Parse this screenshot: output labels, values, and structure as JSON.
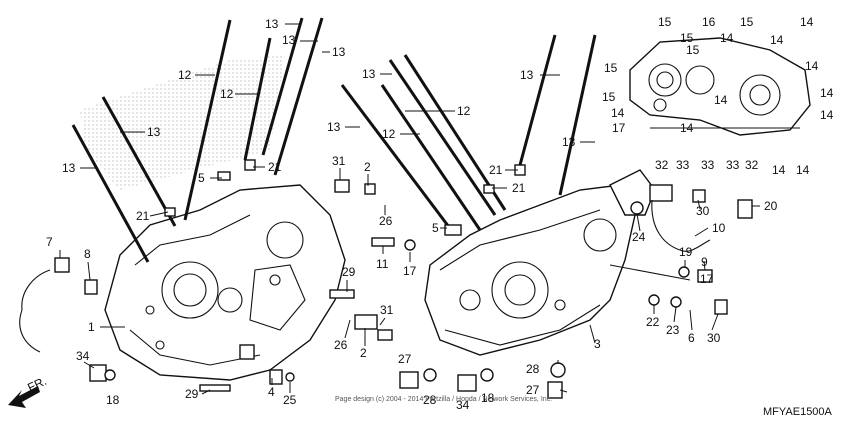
{
  "diagram": {
    "code": "MFYAE1500A",
    "copyright": "Page design (c) 2004 - 2014 Partzilla / Honda / Network Services, Inc."
  },
  "callouts": {
    "c1": "1",
    "c2a": "2",
    "c2b": "2",
    "c3": "3",
    "c4": "4",
    "c5a": "5",
    "c5b": "5",
    "c6": "6",
    "c7": "7",
    "c8": "8",
    "c9": "9",
    "c10": "10",
    "c11": "11",
    "c12a": "12",
    "c12b": "12",
    "c12c": "12",
    "c12d": "12",
    "c13a": "13",
    "c13b": "13",
    "c13c": "13",
    "c13d": "13",
    "c13e": "13",
    "c13f": "13",
    "c13g": "13",
    "c13h": "13",
    "c14a": "14",
    "c14b": "14",
    "c14c": "14",
    "c14d": "14",
    "c14e": "14",
    "c14f": "14",
    "c14g": "14",
    "c14h": "14",
    "c14i": "14",
    "c14j": "14",
    "c14k": "14",
    "c15a": "15",
    "c15b": "15",
    "c15c": "15",
    "c15d": "15",
    "c15e": "15",
    "c15f": "15",
    "c16": "16",
    "c17a": "17",
    "c17b": "17",
    "c18a": "18",
    "c18b": "18",
    "c19": "19",
    "c20": "20",
    "c21a": "21",
    "c21b": "21",
    "c21c": "21",
    "c21d": "21",
    "c22": "22",
    "c23": "23",
    "c24": "24",
    "c25": "25",
    "c26a": "26",
    "c26b": "26",
    "c27a": "27",
    "c27b": "27",
    "c28a": "28",
    "c28b": "28",
    "c29a": "29",
    "c29b": "29",
    "c30a": "30",
    "c30b": "30",
    "c31a": "31",
    "c31b": "31",
    "c32a": "32",
    "c32b": "32",
    "c33a": "33",
    "c33b": "33",
    "c33c": "33",
    "c34a": "34",
    "c34b": "34",
    "fr": "FR."
  }
}
